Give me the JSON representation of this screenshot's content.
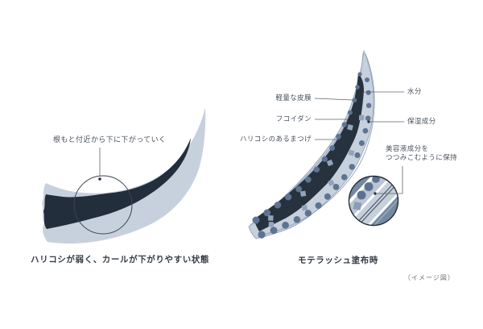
{
  "colors": {
    "background": "#ffffff",
    "coat": "#c7d1dd",
    "core": "#27323f",
    "dot": "#5e7492",
    "square": "#93a4ba",
    "film_line": "#93a4b8",
    "stripe_slate": "#7489a2",
    "stripe_light": "#b9c5d4",
    "stripe_wide": "#c6d0dc",
    "leader_line": "#5c6570",
    "text": "#4a525e",
    "caption_text": "#343b44"
  },
  "left_diagram": {
    "annotation": "根もと付近から下に下がっていく",
    "caption": "ハリコシが弱く、カールが下がりやすい状態"
  },
  "right_diagram": {
    "caption": "モテラッシュ塗布時",
    "labels_left": [
      "軽量な皮膜",
      "フコイダン",
      "ハリコシのあるまつげ"
    ],
    "labels_right": [
      "水分",
      "保湿成分"
    ],
    "callout_line1": "美容液成分を",
    "callout_line2": "つつみこむように保持"
  },
  "footnote": "（イメージ図）"
}
